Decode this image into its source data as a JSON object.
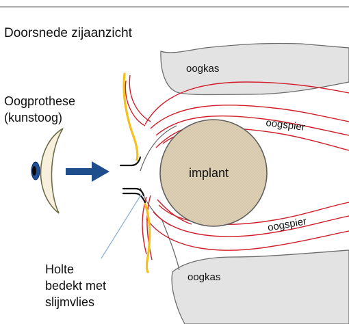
{
  "title": "Doorsnede zijaanzicht",
  "labels": {
    "prosthesis_line1": "Oogprothese",
    "prosthesis_line2": "(kunstoog)",
    "orbit_top": "oogkas",
    "orbit_bottom": "oogkas",
    "muscle_top": "oogspier",
    "muscle_bottom": "oogspier",
    "implant": "implant",
    "cavity_line1": "Holte",
    "cavity_line2": "bedekt met",
    "cavity_line3": "slijmvlies"
  },
  "colors": {
    "bone": "#e3e3e3",
    "muscle": "#d11f2a",
    "implant": "#dccfb5",
    "eyelid": "#f3c01e",
    "arrow": "#1f4e8c",
    "pointer_line": "#8fb3d6",
    "prosthesis": "#f6f0dc"
  },
  "icons": [
    "eye-prosthesis-icon",
    "right-arrow-icon"
  ]
}
